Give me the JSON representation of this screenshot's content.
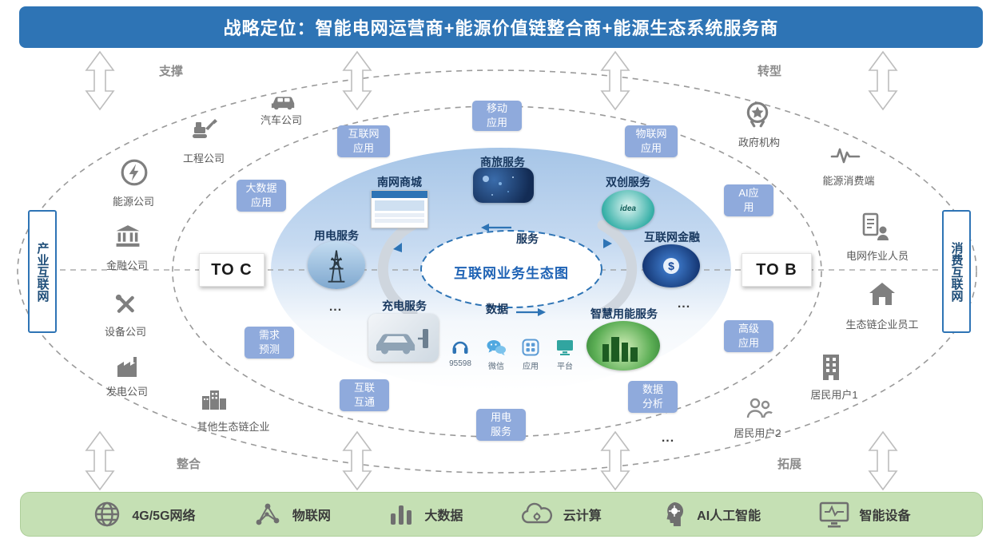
{
  "banner": {
    "title": "战略定位：智能电网运营商+能源价值链整合商+能源生态系统服务商"
  },
  "corners": {
    "top_left": "支撑",
    "top_right": "转型",
    "bottom_left": "整合",
    "bottom_right": "拓展"
  },
  "sides": {
    "left": "产业互联网",
    "right": "消费互联网"
  },
  "segments": {
    "toc": "TO C",
    "tob": "TO B"
  },
  "core": {
    "title": "互联网业务生态图",
    "flow_top": "服务",
    "flow_bottom": "数据",
    "ellipsis": "...",
    "finance_symbol": "$",
    "innovation_word": "idea"
  },
  "services": {
    "mall": "南网商城",
    "travel": "商旅服务",
    "innovation": "双创服务",
    "power": "用电服务",
    "finance": "互联网金融",
    "charging": "充电服务",
    "smart_energy": "智慧用能服务"
  },
  "channels": [
    {
      "label": "95598"
    },
    {
      "label": "微信"
    },
    {
      "label": "应用"
    },
    {
      "label": "平台"
    }
  ],
  "apps": [
    {
      "lines": [
        "互联网",
        "应用"
      ]
    },
    {
      "lines": [
        "移动",
        "应用"
      ]
    },
    {
      "lines": [
        "物联网",
        "应用"
      ]
    },
    {
      "lines": [
        "大数据",
        "应用"
      ]
    },
    {
      "lines": [
        "AI应",
        "用"
      ]
    },
    {
      "lines": [
        "需求",
        "预测"
      ]
    },
    {
      "lines": [
        "高级",
        "应用"
      ]
    },
    {
      "lines": [
        "互联",
        "互通"
      ]
    },
    {
      "lines": [
        "数据",
        "分析"
      ]
    },
    {
      "lines": [
        "用电",
        "服务"
      ]
    }
  ],
  "stakeholders_left": [
    {
      "label": "汽车公司"
    },
    {
      "label": "工程公司"
    },
    {
      "label": "能源公司"
    },
    {
      "label": "金融公司"
    },
    {
      "label": "设备公司"
    },
    {
      "label": "发电公司"
    },
    {
      "label": "其他生态链企业"
    }
  ],
  "stakeholders_right": [
    {
      "label": "政府机构"
    },
    {
      "label": "能源消费端"
    },
    {
      "label": "电网作业人员"
    },
    {
      "label": "生态链企业员工"
    },
    {
      "label": "居民用户1"
    },
    {
      "label": "居民用户2"
    }
  ],
  "infrastructure": [
    {
      "label": "4G/5G网络"
    },
    {
      "label": "物联网"
    },
    {
      "label": "大数据"
    },
    {
      "label": "云计算"
    },
    {
      "label": "AI人工智能"
    },
    {
      "label": "智能设备"
    }
  ],
  "colors": {
    "banner_blue": "#2E74B5",
    "app_box_blue": "#8FAADC",
    "infra_green": "#C5E0B4",
    "accent_blue": "#2E74B5"
  }
}
